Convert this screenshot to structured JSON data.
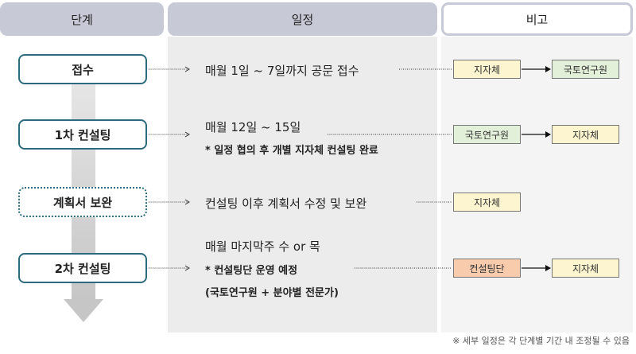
{
  "headers": {
    "stage": "단계",
    "schedule": "일정",
    "note": "비고"
  },
  "stages": [
    {
      "label": "접수"
    },
    {
      "label": "1차 컨설팅"
    },
    {
      "label": "계획서 보완"
    },
    {
      "label": "2차 컨설팅"
    }
  ],
  "schedule": {
    "row1": "매월 1일 ~ 7일까지 공문 접수",
    "row2_main": "매월 12일 ~ 15일",
    "row2_sub": "* 일정 협의 후 개별 지자체 컨설팅 완료",
    "row3": "컨설팅 이후 계획서 수정 및 보완",
    "row4_main": "매월 마지막주 수 or 목",
    "row4_sub1": "* 컨설팅단 운영 예정",
    "row4_sub2": "(국토연구원 + 분야별 전문가)"
  },
  "notes": {
    "row1": [
      "지자체",
      "국토연구원"
    ],
    "row2": [
      "국토연구원",
      "지자체"
    ],
    "row3": [
      "지자체"
    ],
    "row4": [
      "컨설팅단",
      "지자체"
    ]
  },
  "footnote": "※ 세부 일정은 각 단계별 기간 내 조정될 수 있음",
  "colors": {
    "yellow_box": "#fdf5cf",
    "green_box": "#e2efd9",
    "orange_box": "#f8cbad",
    "stage_border": "#2c6b7e",
    "header_bg": "#c7cad6"
  }
}
